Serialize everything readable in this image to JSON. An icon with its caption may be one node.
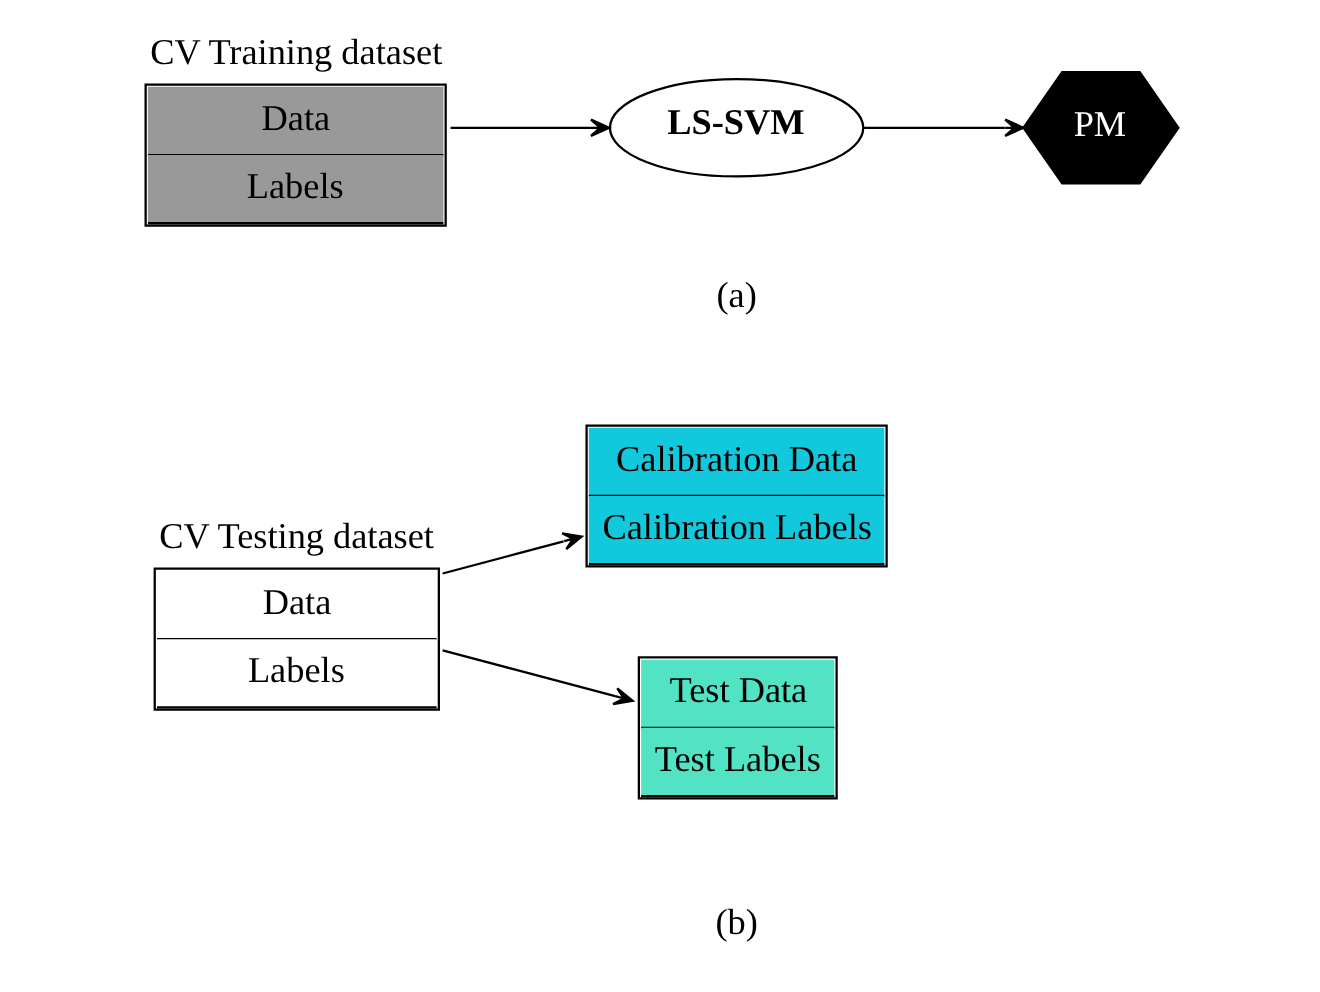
{
  "diagram": {
    "nodes": [
      {
        "text": [
          "Data",
          "Labels"
        ],
        "beside": [
          "CV Training dataset"
        ]
      },
      {
        "text": [
          "LS-SVM"
        ]
      },
      {
        "text": [
          "PM"
        ]
      },
      {
        "text": [
          "Data",
          "Labels"
        ],
        "beside": [
          "CV Testing dataset"
        ]
      },
      {
        "text": [
          "Calibration Data",
          "Calibration Labels"
        ]
      },
      {
        "text": [
          "Test Data",
          "Test Labels"
        ]
      }
    ],
    "edges": [
      {
        "from": 0,
        "to": 1,
        "arrow": "to"
      },
      {
        "from": 1,
        "to": 2,
        "arrow": "to"
      },
      {
        "from": 3,
        "to": 4,
        "arrow": "to"
      },
      {
        "from": 3,
        "to": 5,
        "arrow": "to"
      }
    ],
    "labels": [
      "(a)",
      "(b)"
    ]
  }
}
